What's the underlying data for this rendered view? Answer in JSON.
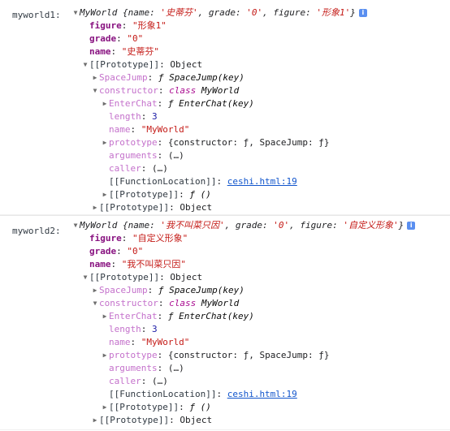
{
  "entries": [
    {
      "label": "myworld1:",
      "summary_pre": "MyWorld ",
      "summary_brace_open": "{",
      "summary_k1": "name: ",
      "summary_v1": "'史蒂芬'",
      "summary_k2": ", grade: ",
      "summary_v2": "'0'",
      "summary_k3": ", figure: ",
      "summary_v3": "'形象1'",
      "summary_brace_close": "}",
      "info_glyph": "i",
      "figure_key": "figure",
      "figure_val": "\"形象1\"",
      "grade_key": "grade",
      "grade_val": "\"0\"",
      "name_key": "name",
      "name_val": "\"史蒂芬\"",
      "proto_key": "[[Prototype]]",
      "proto_val": "Object",
      "spacejump_key": "SpaceJump",
      "spacejump_val": "ƒ SpaceJump(key)",
      "constructor_key": "constructor",
      "constructor_kw": "class",
      "constructor_val": "MyWorld",
      "enterchat_key": "EnterChat",
      "enterchat_val": "ƒ EnterChat(key)",
      "length_key": "length",
      "length_val": "3",
      "cname_key": "name",
      "cname_val": "\"MyWorld\"",
      "prototype_key": "prototype",
      "prototype_val": "{constructor: ƒ, SpaceJump: ƒ}",
      "arguments_key": "arguments",
      "arguments_val": "(…)",
      "caller_key": "caller",
      "caller_val": "(…)",
      "fnloc_key": "[[FunctionLocation]]",
      "fnloc_val": "ceshi.html:19",
      "innerproto_key": "[[Prototype]]",
      "innerproto_val": "ƒ ()",
      "outerproto_key": "[[Prototype]]",
      "outerproto_val": "Object"
    },
    {
      "label": "myworld2:",
      "summary_pre": "MyWorld ",
      "summary_brace_open": "{",
      "summary_k1": "name: ",
      "summary_v1": "'我不叫菜只因'",
      "summary_k2": ", grade: ",
      "summary_v2": "'0'",
      "summary_k3": ", figure: ",
      "summary_v3": "'自定义形象'",
      "summary_brace_close": "}",
      "info_glyph": "i",
      "figure_key": "figure",
      "figure_val": "\"自定义形象\"",
      "grade_key": "grade",
      "grade_val": "\"0\"",
      "name_key": "name",
      "name_val": "\"我不叫菜只因\"",
      "proto_key": "[[Prototype]]",
      "proto_val": "Object",
      "spacejump_key": "SpaceJump",
      "spacejump_val": "ƒ SpaceJump(key)",
      "constructor_key": "constructor",
      "constructor_kw": "class",
      "constructor_val": "MyWorld",
      "enterchat_key": "EnterChat",
      "enterchat_val": "ƒ EnterChat(key)",
      "length_key": "length",
      "length_val": "3",
      "cname_key": "name",
      "cname_val": "\"MyWorld\"",
      "prototype_key": "prototype",
      "prototype_val": "{constructor: ƒ, SpaceJump: ƒ}",
      "arguments_key": "arguments",
      "arguments_val": "(…)",
      "caller_key": "caller",
      "caller_val": "(…)",
      "fnloc_key": "[[FunctionLocation]]",
      "fnloc_val": "ceshi.html:19",
      "innerproto_key": "[[Prototype]]",
      "innerproto_val": "ƒ ()",
      "outerproto_key": "[[Prototype]]",
      "outerproto_val": "Object"
    }
  ]
}
